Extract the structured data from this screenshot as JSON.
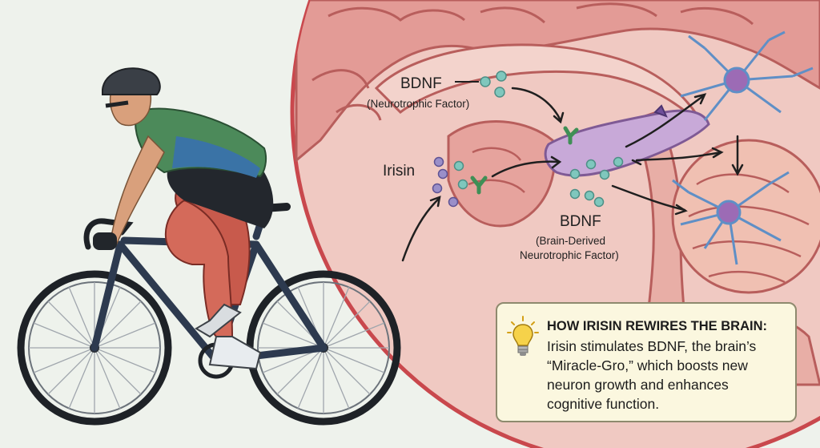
{
  "labels": {
    "bdnf_top": "BDNF",
    "bdnf_top_sub": "(Neurotrophic Factor)",
    "irisin": "Irisin",
    "bdnf_bottom": "BDNF",
    "bdnf_bottom_sub_1": "(Brain-Derived",
    "bdnf_bottom_sub_2": "Neurotrophic Factor)"
  },
  "infobox": {
    "title": "HOW IRISIN REWIRES THE BRAIN:",
    "body": "Irisin stimulates BDNF, the brain’s “Miracle-Gro,” which boosts new neuron growth and enhances cognitive function."
  },
  "colors": {
    "background": "#eef2ec",
    "brain_pink": "#e7a7a0",
    "molecule_teal": "#7fc7bd",
    "molecule_purple": "#9a8fc9",
    "neuron_blue": "#8fb7e0",
    "infobox_fill": "#fbf7df"
  }
}
